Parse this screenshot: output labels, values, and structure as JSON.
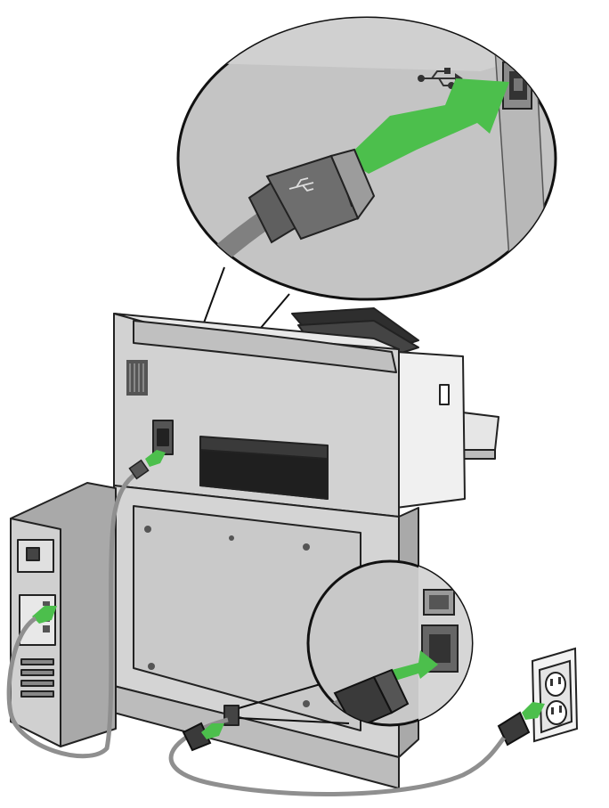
{
  "figure": {
    "subject": "scanner-connection-setup",
    "callouts": [
      {
        "id": "usb",
        "icon": "usb-icon"
      },
      {
        "id": "power",
        "icon": "power-plug-icon"
      }
    ],
    "colors": {
      "arrow": "#4cbf4c",
      "scanner_body": "#d9d9d9",
      "scanner_shadow": "#a9a9a9",
      "scanner_light": "#ececec",
      "outline": "#2b2b2b",
      "cable": "#9a9a9a",
      "port": "#333333"
    }
  }
}
